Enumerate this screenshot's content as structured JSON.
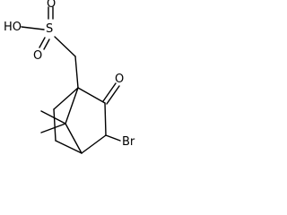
{
  "structure": {
    "atoms": {
      "hydroxyl": "HO",
      "sulfur": "S",
      "sulfonyl_oxygen_top": "O",
      "sulfonyl_oxygen_bottom": "O",
      "ketone_oxygen": "O",
      "bromine": "Br"
    },
    "colors": {
      "bond": "#000000",
      "label": "#000000",
      "background": "#ffffff"
    }
  }
}
